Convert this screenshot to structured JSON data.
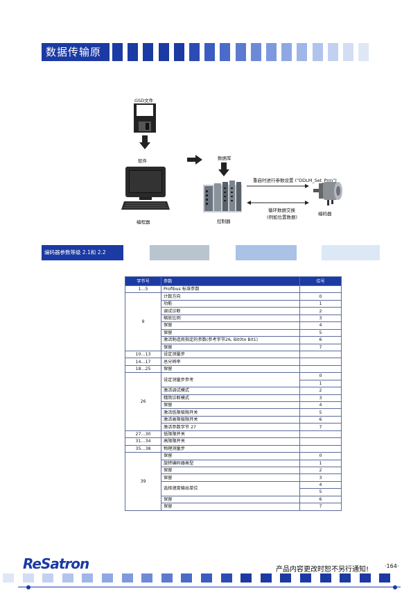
{
  "header": {
    "title": "数据传输原理"
  },
  "diagram": {
    "gsd_label": "GSD文件",
    "software_label": "软件",
    "programmer_label": "编程器",
    "database_label": "数据库",
    "controller_label": "控制器",
    "restart_label": "重启时进行参数设置 (\"DDLM_Set_Prm\")",
    "cycle_label_1": "循环数据交换",
    "cycle_label_2": "(例如位置数据)",
    "encoder_label": "编码器"
  },
  "section": {
    "title": "编码器参数等级 2.1和 2.2"
  },
  "table": {
    "headers": [
      "字节号",
      "参数",
      "位号"
    ],
    "rows": [
      {
        "byte": "1…5",
        "param": "Profibus 标准参数",
        "bit": ""
      },
      {
        "byte": "9",
        "param": "计数方向",
        "bit": "0"
      },
      {
        "byte": "",
        "param": "功能",
        "bit": "1"
      },
      {
        "byte": "",
        "param": "调试诊断",
        "bit": "2"
      },
      {
        "byte": "",
        "param": "缩放比例",
        "bit": "3"
      },
      {
        "byte": "",
        "param": "保留",
        "bit": "4"
      },
      {
        "byte": "",
        "param": "保留",
        "bit": "5"
      },
      {
        "byte": "",
        "param": "激活制造商指定的参数(参考字节26, Bit0to Bit1)",
        "bit": "6"
      },
      {
        "byte": "",
        "param": "保留",
        "bit": "7"
      },
      {
        "byte": "10…13",
        "param": "设定测量步",
        "bit": ""
      },
      {
        "byte": "14…17",
        "param": "总分辨率",
        "bit": ""
      },
      {
        "byte": "18…25",
        "param": "保留",
        "bit": ""
      },
      {
        "byte": "26",
        "param": "设定测量步参考",
        "bit": "0"
      },
      {
        "byte": "",
        "param": "",
        "bit": "1"
      },
      {
        "byte": "",
        "param": "激活调试模式",
        "bit": "2"
      },
      {
        "byte": "",
        "param": "精简诊断模式",
        "bit": "3"
      },
      {
        "byte": "",
        "param": "保留",
        "bit": "4"
      },
      {
        "byte": "",
        "param": "激活低限极限开关",
        "bit": "5"
      },
      {
        "byte": "",
        "param": "激活高限极限开关",
        "bit": "6"
      },
      {
        "byte": "",
        "param": "激活参数字节 27",
        "bit": "7"
      },
      {
        "byte": "27…30",
        "param": "低限限开关",
        "bit": ""
      },
      {
        "byte": "31…34",
        "param": "高限限开关",
        "bit": ""
      },
      {
        "byte": "35…38",
        "param": "物理测量步",
        "bit": ""
      },
      {
        "byte": "39",
        "param": "保留",
        "bit": "0"
      },
      {
        "byte": "",
        "param": "旋转编码器类型",
        "bit": "1"
      },
      {
        "byte": "",
        "param": "保留",
        "bit": "2"
      },
      {
        "byte": "",
        "param": "保留",
        "bit": "3"
      },
      {
        "byte": "",
        "param": "选择速度输出单位",
        "bit": "4"
      },
      {
        "byte": "",
        "param": "",
        "bit": "5"
      },
      {
        "byte": "",
        "param": "保留",
        "bit": "6"
      },
      {
        "byte": "",
        "param": "保留",
        "bit": "7"
      }
    ]
  },
  "footer": {
    "logo": "ReSatron",
    "notice": "产品内容更改时恕不另行通知!",
    "page": "·164·"
  },
  "colors": {
    "accent": "#1b3aa3",
    "light": "#a9c2e6",
    "pale": "#dce8f6",
    "gray": "#b8c4ce"
  }
}
